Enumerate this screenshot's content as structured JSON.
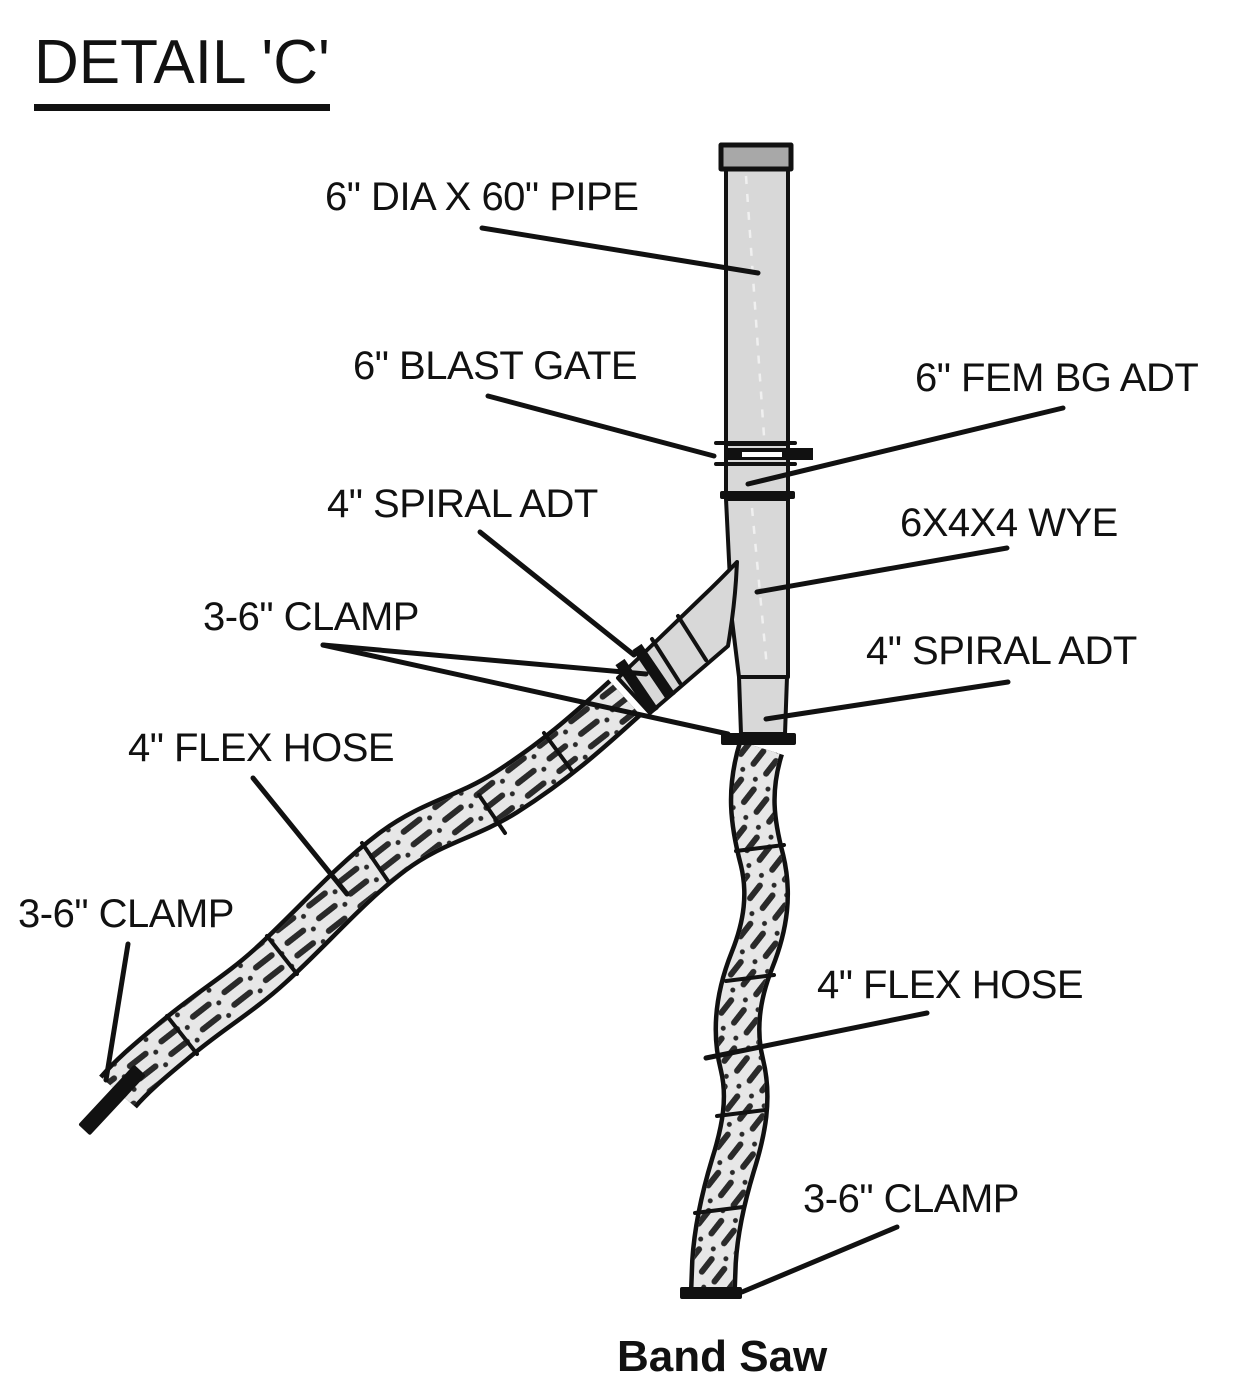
{
  "title": "DETAIL 'C'",
  "equipment": "Band Saw",
  "callouts": {
    "pipe": "6\" DIA X 60\" PIPE",
    "blast_gate": "6\" BLAST GATE",
    "fem_bg_adt": "6\" FEM BG ADT",
    "spiral_adt_branch": "4\" SPIRAL ADT",
    "wye": "6X4X4 WYE",
    "clamp_branch": "3-6\" CLAMP",
    "spiral_adt_main": "4\" SPIRAL ADT",
    "flex_hose_left": "4\" FLEX HOSE",
    "clamp_hose_left_end": "3-6\" CLAMP",
    "flex_hose_right": "4\" FLEX HOSE",
    "clamp_hose_right_end": "3-6\" CLAMP"
  },
  "colors": {
    "outline": "#111111",
    "pipe_fill": "#d8d8d8",
    "cap_fill": "#a8a8a8",
    "hose_fill": "#e7e7e7",
    "label_color": "#111111",
    "background": "#ffffff"
  }
}
